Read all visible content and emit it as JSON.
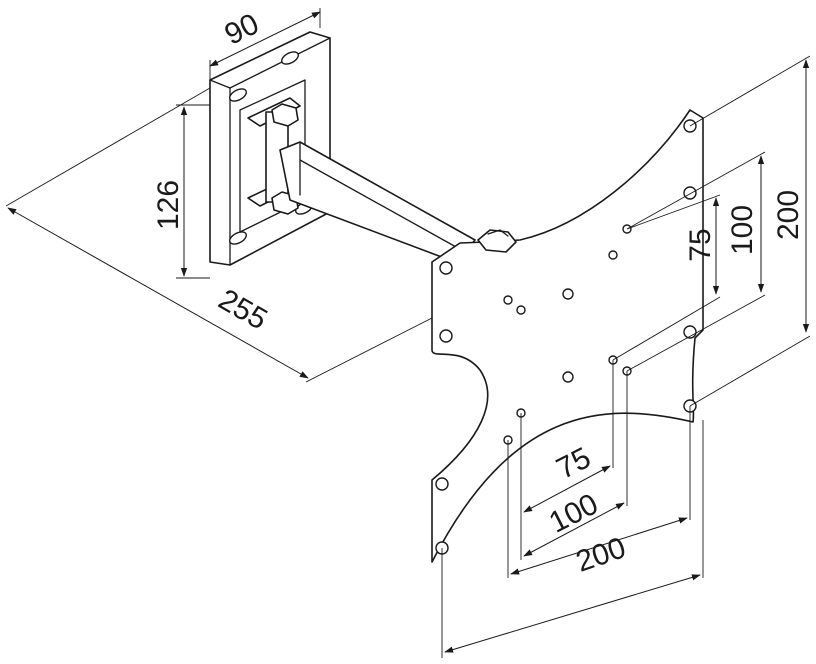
{
  "diagram": {
    "dimensions": {
      "wall_plate_width": "90",
      "wall_plate_height": "126",
      "arm_reach": "255",
      "vesa_v_small": "75",
      "vesa_v_medium": "100",
      "vesa_v_large": "200",
      "vesa_h_small": "75",
      "vesa_h_medium": "100",
      "vesa_h_large": "200"
    },
    "colors": {
      "line": "#1a1a1a",
      "background": "#ffffff"
    }
  }
}
